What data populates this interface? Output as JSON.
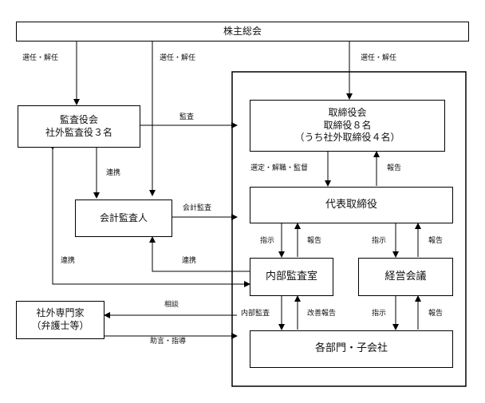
{
  "boxes": {
    "shareholders": "株主総会",
    "auditors_title": "監査役会",
    "auditors_sub": "社外監査役３名",
    "board_title": "取締役会",
    "board_sub1": "取締役８名",
    "board_sub2": "（うち社外取締役４名）",
    "accounting_auditor": "会計監査人",
    "representative": "代表取締役",
    "internal_audit": "内部監査室",
    "management_council": "経営会議",
    "external_experts_title": "社外専門家",
    "external_experts_sub": "（弁護士等）",
    "divisions": "各部門・子会社"
  },
  "labels": {
    "elect_1": "選任・解任",
    "elect_2": "選任・解任",
    "elect_3": "選任・解任",
    "audit": "監査",
    "coop_1": "連携",
    "coop_2": "連携",
    "coop_3": "連携",
    "accounting_audit": "会計監査",
    "appoint": "選定・解職・監督",
    "report_1": "報告",
    "instruct_1": "指示",
    "report_2": "報告",
    "instruct_2": "指示",
    "report_3": "報告",
    "consult": "相談",
    "advice": "助言・指導",
    "internal_audit_flow": "内部監査",
    "improvement_report": "改善報告",
    "instruct_3": "指示",
    "report_4": "報告"
  }
}
